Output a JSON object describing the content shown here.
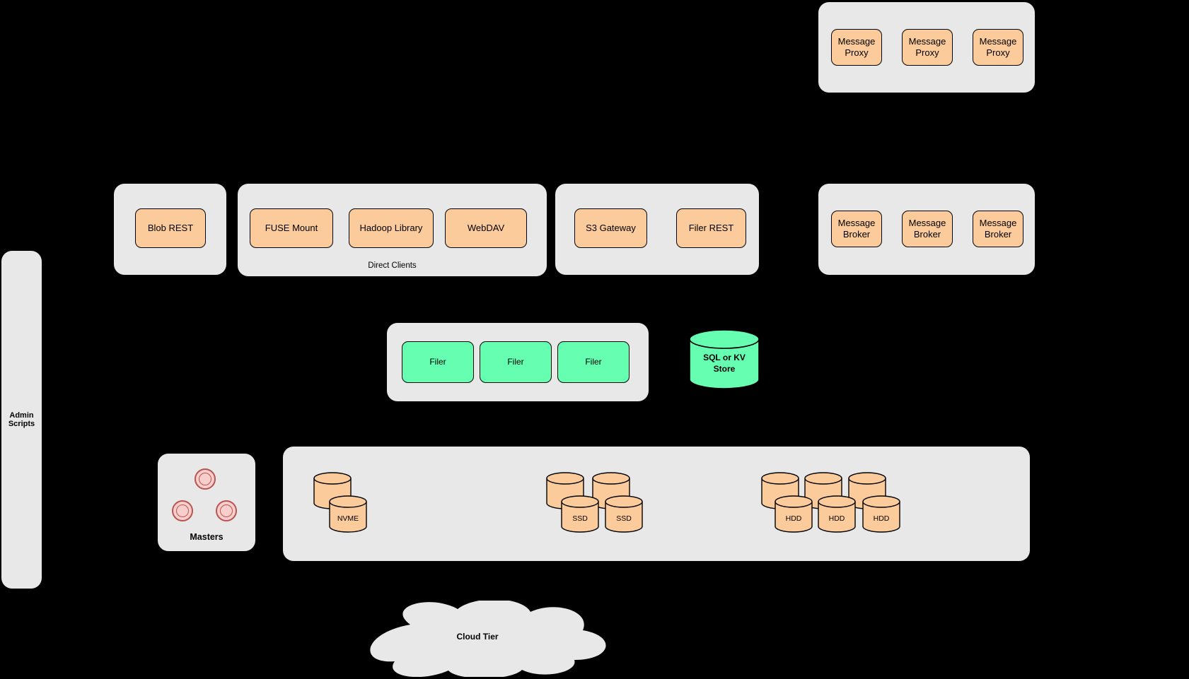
{
  "colors": {
    "background": "#000000",
    "panel": "#e8e8e8",
    "node_orange": "#fccb9c",
    "node_green": "#66ffb2",
    "donut_fill": "#f8cecc",
    "donut_stroke": "#b85450",
    "outline": "#000000"
  },
  "groups": {
    "message_proxies": {
      "items": [
        "Message Proxy",
        "Message Proxy",
        "Message Proxy"
      ]
    },
    "blob": {
      "items": [
        "Blob REST"
      ]
    },
    "direct_clients": {
      "caption": "Direct Clients",
      "items": [
        "FUSE Mount",
        "Hadoop Library",
        "WebDAV"
      ]
    },
    "gateways": {
      "items": [
        "S3 Gateway",
        "Filer REST"
      ]
    },
    "message_brokers": {
      "items": [
        "Message Broker",
        "Message Broker",
        "Message Broker"
      ]
    },
    "filers": {
      "items": [
        "Filer",
        "Filer",
        "Filer"
      ]
    },
    "sql_store": {
      "label": "SQL or KV Store"
    },
    "admin_scripts": {
      "label": "Admin Scripts"
    },
    "masters": {
      "label": "Masters"
    },
    "volume_servers": {
      "nvme_label": "NVME",
      "ssd_labels": [
        "SSD",
        "SSD"
      ],
      "hdd_labels": [
        "HDD",
        "HDD",
        "HDD"
      ]
    },
    "cloud_tier": {
      "label": "Cloud Tier"
    }
  }
}
